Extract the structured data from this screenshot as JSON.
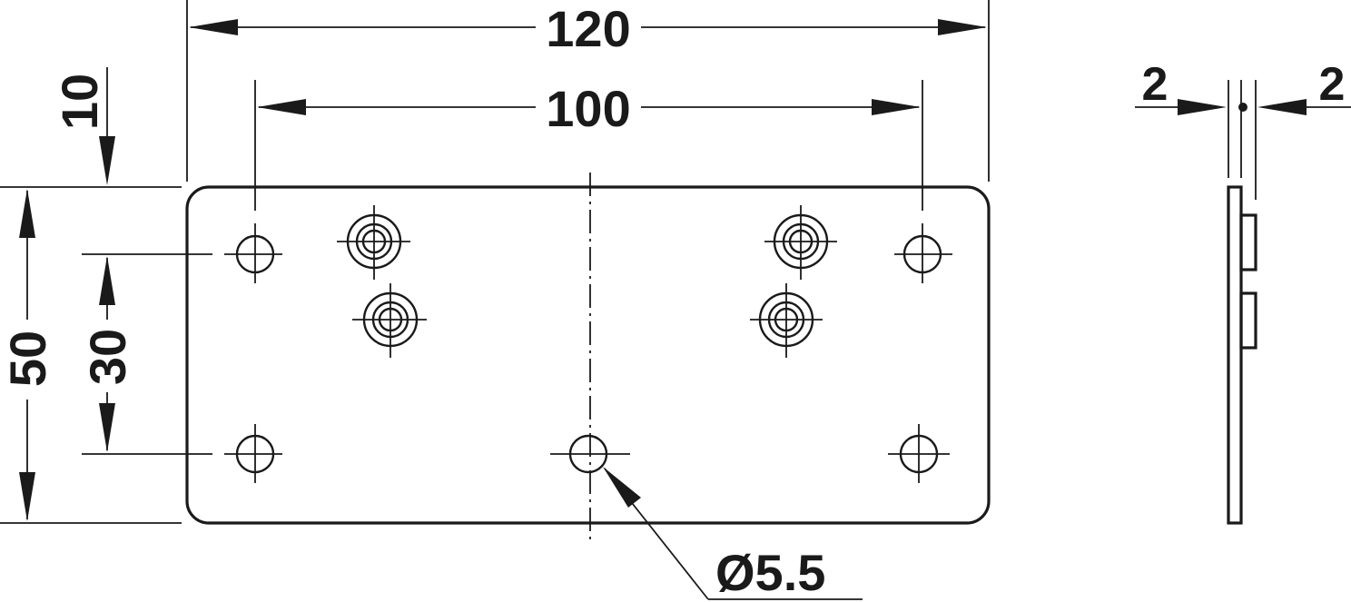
{
  "drawing": {
    "overall_length": "120",
    "hole_spacing_length": "100",
    "overall_height": "50",
    "hole_spacing_height": "30",
    "edge_offset": "10",
    "hole_diameter": "Ø5.5",
    "thickness_left": "2",
    "thickness_right": "2"
  }
}
